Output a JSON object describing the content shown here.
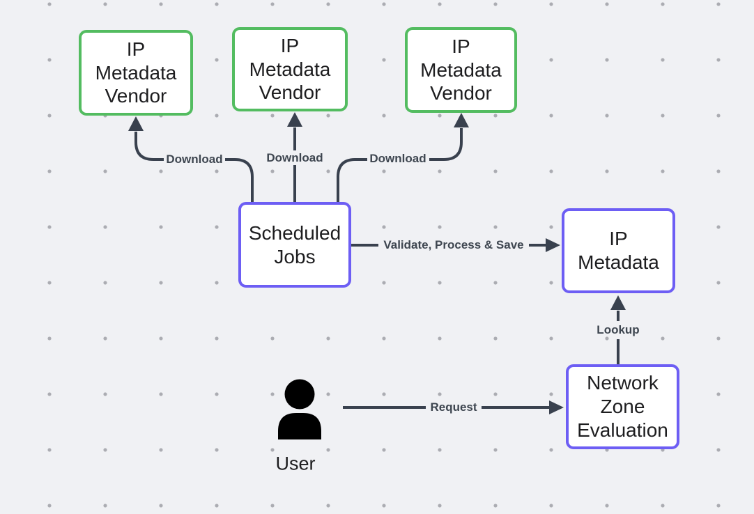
{
  "diagram": {
    "colors": {
      "background": "#F0F1F4",
      "dot": "#ABACB2",
      "node_fill": "#FFFFFF",
      "vendor_border": "#53BC60",
      "service_border": "#6D5EF4",
      "edge_color": "#39414E",
      "edge_label_color": "#3E4650",
      "node_text_color": "#1D1D1F",
      "user_icon_color": "#000000"
    },
    "nodes": {
      "vendor_1": {
        "label": "IP\nMetadata\nVendor"
      },
      "vendor_2": {
        "label": "IP\nMetadata\nVendor"
      },
      "vendor_3": {
        "label": "IP\nMetadata\nVendor"
      },
      "scheduled_jobs": {
        "label": "Scheduled\nJobs"
      },
      "ip_metadata": {
        "label": "IP\nMetadata"
      },
      "network_zone_evaluation": {
        "label": "Network\nZone\nEvaluation"
      },
      "user": {
        "label": "User"
      }
    },
    "edges": {
      "download_left": {
        "label": "Download"
      },
      "download_middle": {
        "label": "Download"
      },
      "download_right": {
        "label": "Download"
      },
      "validate_process_save": {
        "label": "Validate, Process & Save"
      },
      "lookup": {
        "label": "Lookup"
      },
      "request": {
        "label": "Request"
      }
    }
  }
}
